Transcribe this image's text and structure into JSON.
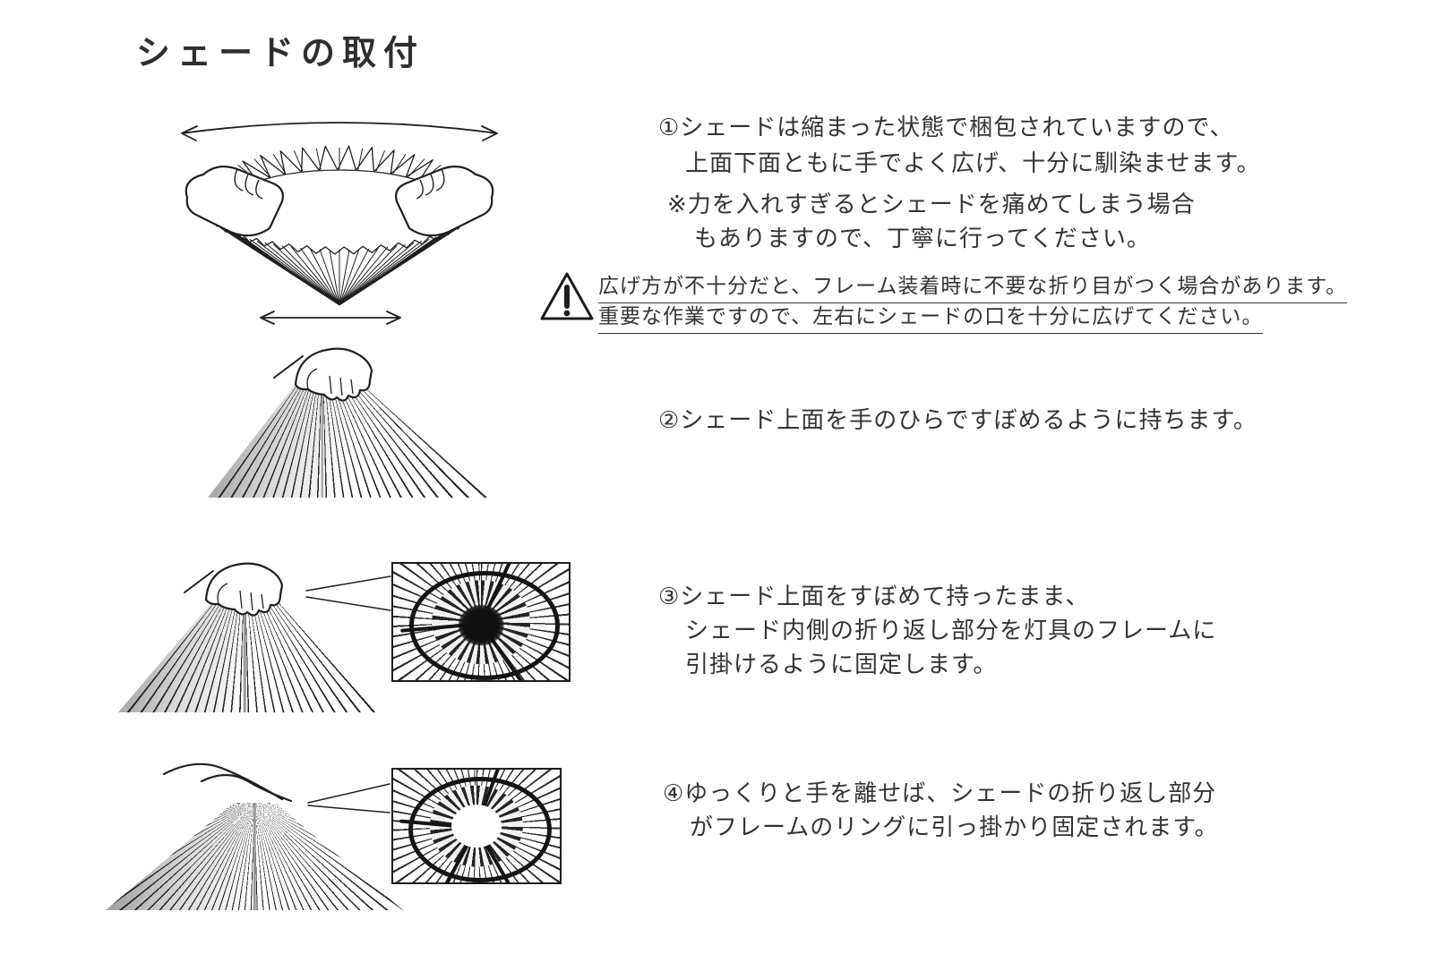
{
  "title": "シェードの取付",
  "colors": {
    "ink": "#1f1f1f",
    "text": "#333333"
  },
  "icons": {
    "warning": "warning-triangle-icon",
    "stretch_arrow_top": "double-headed-arrow-icon",
    "stretch_arrow_bottom": "double-headed-arrow-icon"
  },
  "step1": {
    "line1": "①シェードは縮まった状態で梱包されていますので、",
    "line2": "上面下面ともに手でよく広げ、十分に馴染ませます。",
    "note1": "※力を入れすぎるとシェードを痛めてしまう場合",
    "note2": "もありますので、丁寧に行ってください。"
  },
  "warning": {
    "line1": "広げ方が不十分だと、フレーム装着時に不要な折り目がつく場合があります。",
    "line2": "重要な作業ですので、左右にシェードの口を十分に広げてください。"
  },
  "step2": {
    "line1": "②シェード上面を手のひらですぼめるように持ちます。"
  },
  "step3": {
    "line1": "③シェード上面をすぼめて持ったまま、",
    "line2": "シェード内側の折り返し部分を灯具のフレームに",
    "line3": "引掛けるように固定します。"
  },
  "step4": {
    "line1": "④ゆっくりと手を離せば、シェードの折り返し部分",
    "line2": "がフレームのリングに引っ掛かり固定されます。"
  }
}
